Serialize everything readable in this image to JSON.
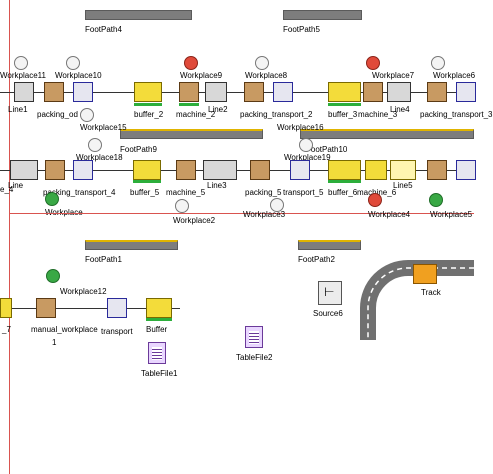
{
  "colors": {
    "footpath": "#7d7d7d",
    "buffer": "#f3dc3a",
    "packing": "#c89a62",
    "accent_red": "#d9534f",
    "green": "#2cae3b"
  },
  "footpaths": {
    "fp4": "FootPath4",
    "fp5": "FootPath5",
    "fp9": "FootPath9",
    "fp10": "FootPath10",
    "fp1": "FootPath1",
    "fp2": "FootPath2"
  },
  "row1": {
    "workplace11": "Workplace11",
    "workplace10": "Workplace10",
    "workplace9": "Workplace9",
    "workplace8": "Workplace8",
    "workplace7": "Workplace7",
    "workplace6": "Workplace6",
    "line1": "Line1",
    "packing_od": "packing_od",
    "workplace15": "Workplace15",
    "buffer2": "buffer_2",
    "machine2": "machine_2",
    "line2": "Line2",
    "packing_transport2": "packing_transport_2",
    "workplace16": "Workplace16",
    "buffer3": "buffer_3",
    "machine3": "machine_3",
    "line4": "Line4",
    "packing_transport3": "packing_transport_3"
  },
  "row2": {
    "workplace18": "Workplace18",
    "workplace19": "Workplace19",
    "line": "Line",
    "packing_transport4": "packing_transport_4",
    "buffer5": "buffer_5",
    "machine5": "machine_5",
    "line3": "Line3",
    "packing5": "packing_5",
    "transport5": "transport_5",
    "buffer6": "buffer_6",
    "machine6": "machine_6",
    "line5": "Line5",
    "workplace": "Workplace",
    "workplace2": "Workplace2",
    "workplace3": "Workplace3",
    "workplace4": "Workplace4",
    "workplace5": "Workplace5",
    "left_partial": "e_4"
  },
  "row3": {
    "workplace12": "Workplace12",
    "left_partial": "_7",
    "manual_workplace1": "manual_workplace",
    "manual_workplace1b": "1",
    "transport": "transport",
    "buffer": "Buffer",
    "source6": "Source6",
    "track": "Track",
    "tablefile1": "TableFile1",
    "tablefile2": "TableFile2"
  }
}
